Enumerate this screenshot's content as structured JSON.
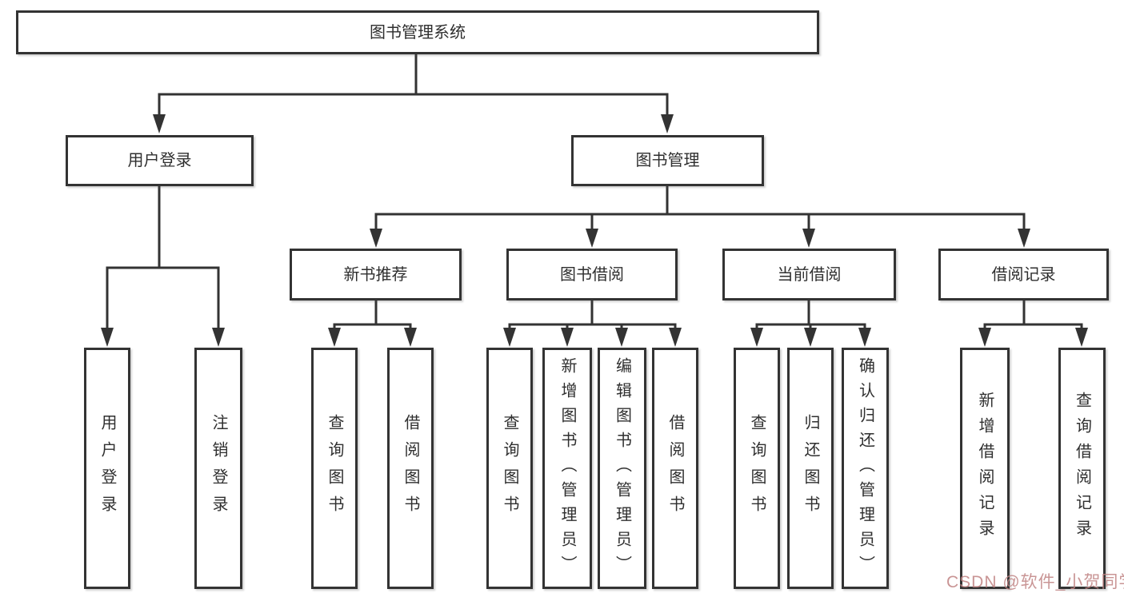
{
  "diagram": {
    "title": "图书管理系统",
    "watermark_text": "CSDN @软件_小贺同学",
    "colors": {
      "line": "#333333",
      "text": "#2f2f2f",
      "box_background": "#ffffff",
      "page_background": "#ffffff",
      "watermark": "#c08282"
    },
    "tree": {
      "root": {
        "label": "图书管理系统"
      },
      "branches": [
        {
          "label": "用户登录",
          "children": [
            {
              "label": "用户登录"
            },
            {
              "label": "注销登录"
            }
          ]
        },
        {
          "label": "图书管理",
          "children": [
            {
              "label": "新书推荐",
              "children": [
                {
                  "label": "查询图书"
                },
                {
                  "label": "借阅图书"
                }
              ]
            },
            {
              "label": "图书借阅",
              "children": [
                {
                  "label": "查询图书"
                },
                {
                  "label": "新增图书（管理员）"
                },
                {
                  "label": "编辑图书（管理员）"
                },
                {
                  "label": "借阅图书"
                }
              ]
            },
            {
              "label": "当前借阅",
              "children": [
                {
                  "label": "查询图书"
                },
                {
                  "label": "归还图书"
                },
                {
                  "label": "确认归还（管理员）"
                }
              ]
            },
            {
              "label": "借阅记录",
              "children": [
                {
                  "label": "新增借阅记录"
                },
                {
                  "label": "查询借阅记录"
                }
              ]
            }
          ]
        }
      ]
    }
  }
}
